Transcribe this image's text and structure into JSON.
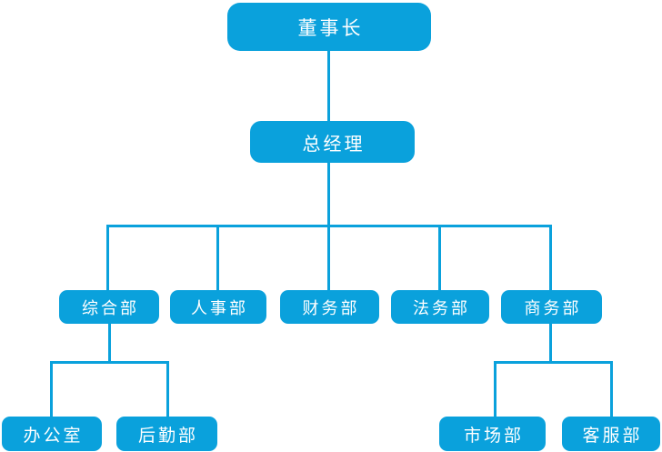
{
  "diagram": {
    "type": "org-chart",
    "accent_color": "#0aa1dc",
    "text_color": "#ffffff",
    "nodes": [
      {
        "id": "chairman",
        "label": "董事长",
        "level": 1,
        "parent": null
      },
      {
        "id": "general-manager",
        "label": "总经理",
        "level": 2,
        "parent": "chairman"
      },
      {
        "id": "general-affairs-dept",
        "label": "综合部",
        "level": 3,
        "parent": "general-manager"
      },
      {
        "id": "hr-dept",
        "label": "人事部",
        "level": 3,
        "parent": "general-manager"
      },
      {
        "id": "finance-dept",
        "label": "财务部",
        "level": 3,
        "parent": "general-manager"
      },
      {
        "id": "legal-dept",
        "label": "法务部",
        "level": 3,
        "parent": "general-manager"
      },
      {
        "id": "business-dept",
        "label": "商务部",
        "level": 3,
        "parent": "general-manager"
      },
      {
        "id": "office",
        "label": "办公室",
        "level": 4,
        "parent": "general-affairs-dept"
      },
      {
        "id": "logistics-dept",
        "label": "后勤部",
        "level": 4,
        "parent": "general-affairs-dept"
      },
      {
        "id": "marketing-dept",
        "label": "市场部",
        "level": 4,
        "parent": "business-dept"
      },
      {
        "id": "customer-service-dept",
        "label": "客服部",
        "level": 4,
        "parent": "business-dept"
      }
    ]
  }
}
